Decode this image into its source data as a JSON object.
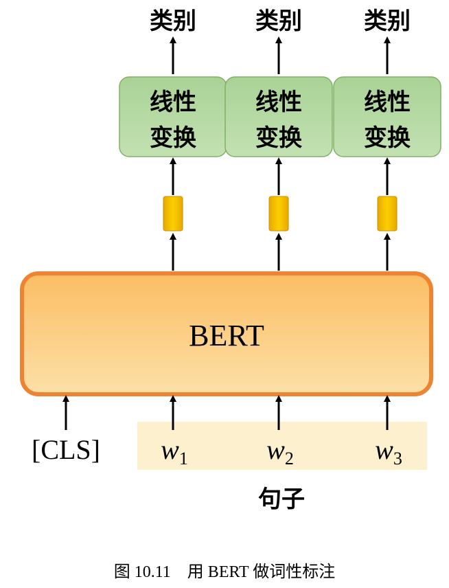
{
  "outputs": [
    {
      "category_label": "类别",
      "transform_line1": "线性",
      "transform_line2": "变换"
    },
    {
      "category_label": "类别",
      "transform_line1": "线性",
      "transform_line2": "变换"
    },
    {
      "category_label": "类别",
      "transform_line1": "线性",
      "transform_line2": "变换"
    }
  ],
  "encoder": {
    "label": "BERT"
  },
  "inputs": {
    "cls_token": "[CLS]",
    "tokens": [
      {
        "base": "w",
        "sub": "1"
      },
      {
        "base": "w",
        "sub": "2"
      },
      {
        "base": "w",
        "sub": "3"
      }
    ],
    "sentence_label": "句子"
  },
  "caption": "图 10.11　用 BERT 做词性标注",
  "colors": {
    "bert_fill": "#fbc97a",
    "bert_border": "#ee8432",
    "transform_fill": "#b5d9a3",
    "transform_border": "#80b067",
    "vector_fill": "#f5b800",
    "sentence_band": "#fdf0cf",
    "arrow": "#000000"
  }
}
